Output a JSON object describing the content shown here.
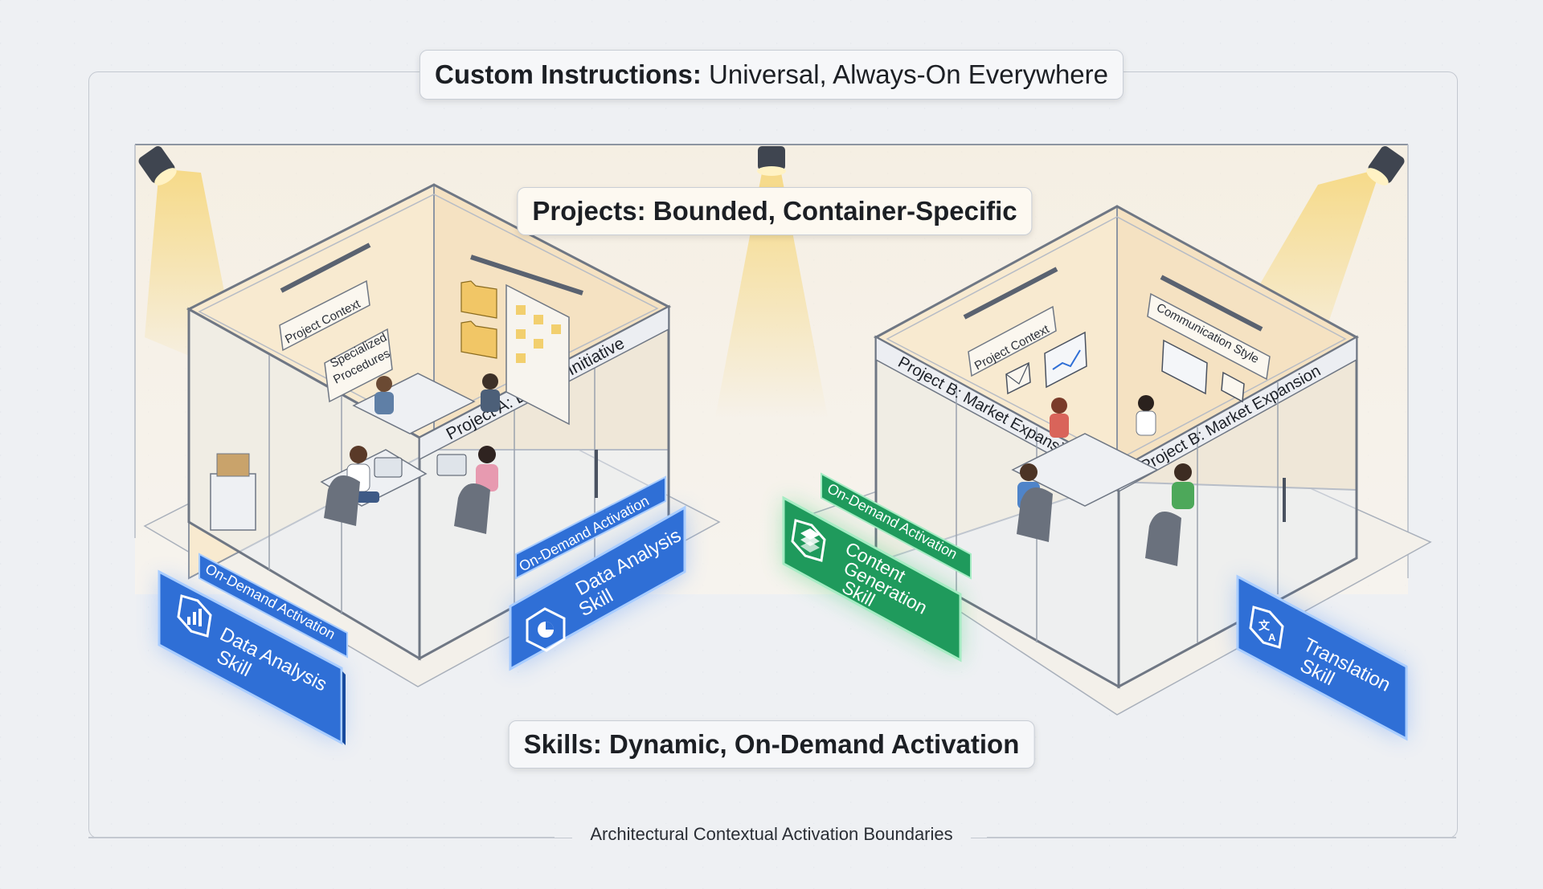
{
  "custom_instructions": {
    "strong": "Custom Instructions:",
    "rest": " Universal, Always-On Everywhere"
  },
  "projects_title": "Projects: Bounded, Container-Specific",
  "skills_title": "Skills: Dynamic, On-Demand Activation",
  "caption": "Architectural Contextual Activation Boundaries",
  "project_a": {
    "name": "Project A: Launch Initiative",
    "wall_labels": [
      "Project Context",
      "Specialized",
      "Procedures"
    ]
  },
  "project_b": {
    "name_left": "Project B: Market Expansion",
    "name_right": "Project B: Market Expansion",
    "wall_labels": [
      "Project Context",
      "Communication Style"
    ]
  },
  "skills": [
    {
      "activation": "On-Demand Activation",
      "line1": "Data Analysis",
      "line2": "Skill",
      "icon": "bar-chart-icon",
      "color": "#2f6fd6"
    },
    {
      "activation": "On-Demand Activation",
      "line1": "Data Analysis",
      "line2": "Skill",
      "icon": "pie-chart-icon",
      "color": "#2f6fd6"
    },
    {
      "activation": "On-Demand Activation",
      "line1": "Content",
      "line2": "Generation",
      "line3": "Skill",
      "icon": "layers-icon",
      "color": "#1f9a5c"
    },
    {
      "line1": "Translation",
      "line2": "Skill",
      "icon": "translate-icon",
      "color": "#2f6fd6"
    }
  ]
}
